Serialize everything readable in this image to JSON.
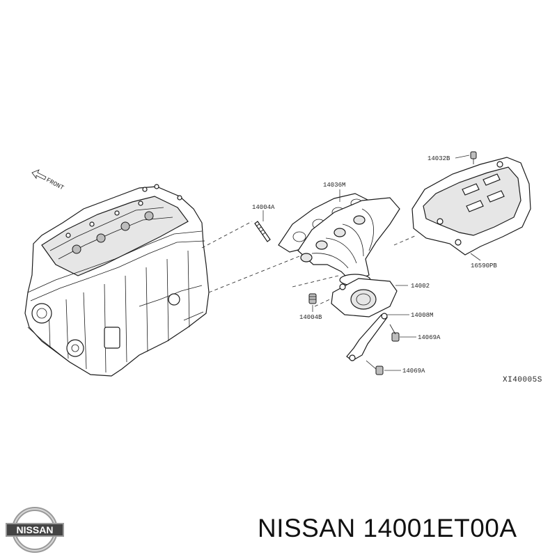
{
  "diagram": {
    "front_label": "FRONT",
    "reference_code": "XI40005S",
    "parts": {
      "p14032B": "14032B",
      "p14036M": "14036M",
      "p14004A": "14004A",
      "p16590PB": "16590PB",
      "p14002": "14002",
      "p14004B": "14004B",
      "p14008M": "14008M",
      "p14069A_1": "14069A",
      "p14069A_2": "14069A"
    }
  },
  "brand": {
    "logo_text": "NISSAN",
    "caption": "NISSAN 14001ET00A"
  }
}
